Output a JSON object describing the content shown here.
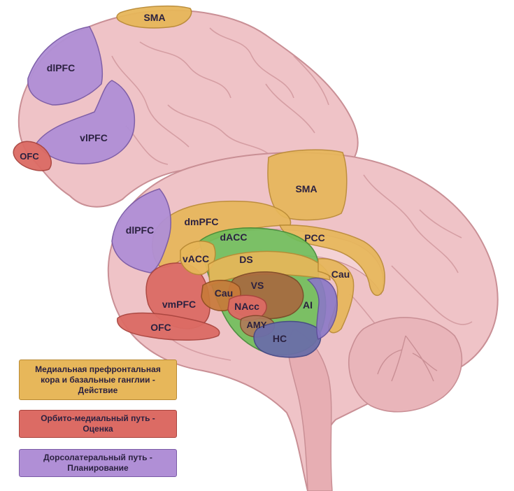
{
  "regions": {
    "sma_top": "SMA",
    "dlpfc_top": "dlPFC",
    "vlpfc": "vlPFC",
    "ofc_top": "OFC",
    "sma_mid": "SMA",
    "dlpfc_mid": "dlPFC",
    "dmpfc": "dmPFC",
    "dacc": "dACC",
    "pcc": "PCC",
    "vacc": "vACC",
    "ds": "DS",
    "cau_right": "Cau",
    "cau_left": "Cau",
    "vs": "VS",
    "vmpfc": "vmPFC",
    "nacc": "NAcc",
    "ai": "AI",
    "amy": "AMY",
    "ofc_bottom": "OFC",
    "hc": "HC"
  },
  "legend": {
    "action": "Медиальная префронтальная\nкора и базальные ганглии -\nДействие",
    "evaluation": "Орбито-медиальный путь -\nОценка",
    "planning": "Дорсолатеральный путь -\nПланирование"
  },
  "colors": {
    "action": "#e7b75a",
    "evaluation": "#dc6b64",
    "planning": "#b08fd6",
    "cingulate": "#6fbf5a",
    "hippocampus": "#6b6ea8",
    "brain": "#e9b8bd"
  }
}
